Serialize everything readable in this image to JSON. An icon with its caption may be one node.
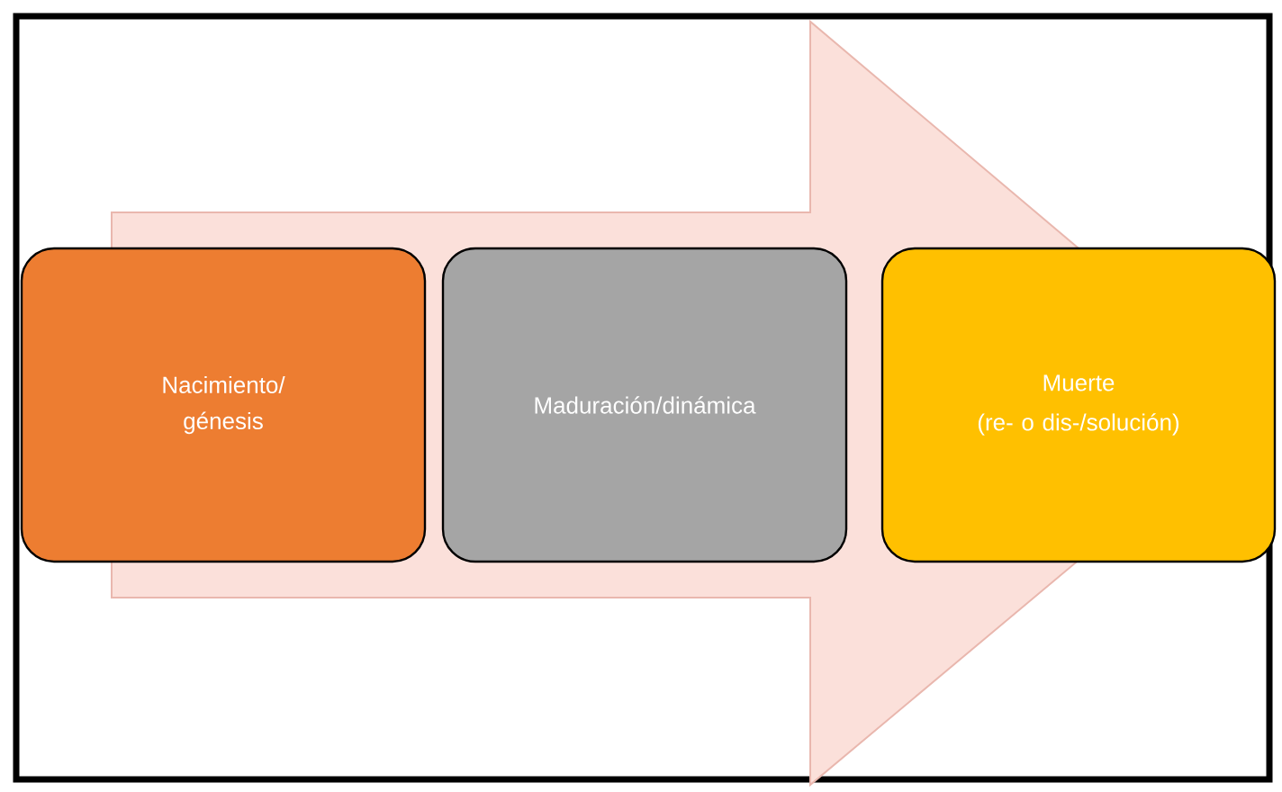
{
  "diagram": {
    "nodes": [
      {
        "text": [
          "Nacimiento/ génesis"
        ]
      },
      {
        "text": [
          "Maduración/dinámica"
        ]
      },
      {
        "text": [
          "Muerte",
          "(re- o dis-/solución)"
        ]
      }
    ],
    "edges": [
      {
        "from": 0,
        "to": 2,
        "arrow": "to"
      }
    ]
  }
}
